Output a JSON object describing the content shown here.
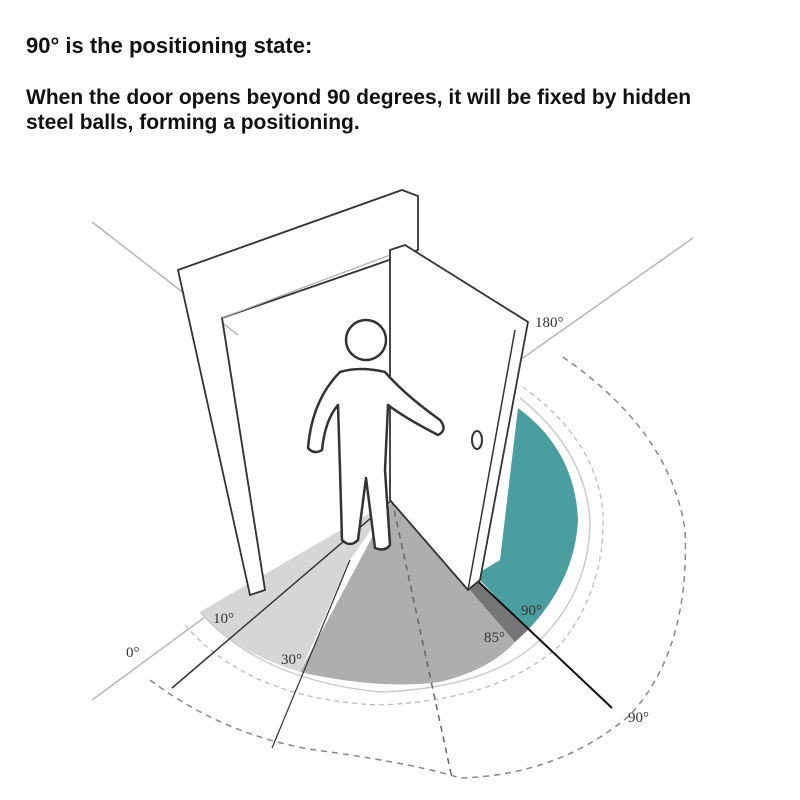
{
  "header": {
    "title": "90° is the positioning state:",
    "description": "When the door opens beyond 90 degrees, it will be fixed by hidden steel balls, forming a positioning."
  },
  "diagram": {
    "angle_labels": {
      "zero": "0°",
      "ten": "10°",
      "thirty": "30°",
      "eighty_five": "85°",
      "ninety_inner": "90°",
      "ninety_outer": "90°",
      "one_eighty": "180°"
    },
    "colors": {
      "teal_fill": "#4a9ea0",
      "light_gray_fill": "#d6d6d6",
      "mid_gray_fill": "#aeadb0",
      "dark_gray_fill": "#757577",
      "line": "#333333",
      "light_line": "#b7b7b7",
      "dash_line": "#888888"
    },
    "icons": [
      "person-figure",
      "door-frame",
      "open-door",
      "door-knob"
    ]
  }
}
